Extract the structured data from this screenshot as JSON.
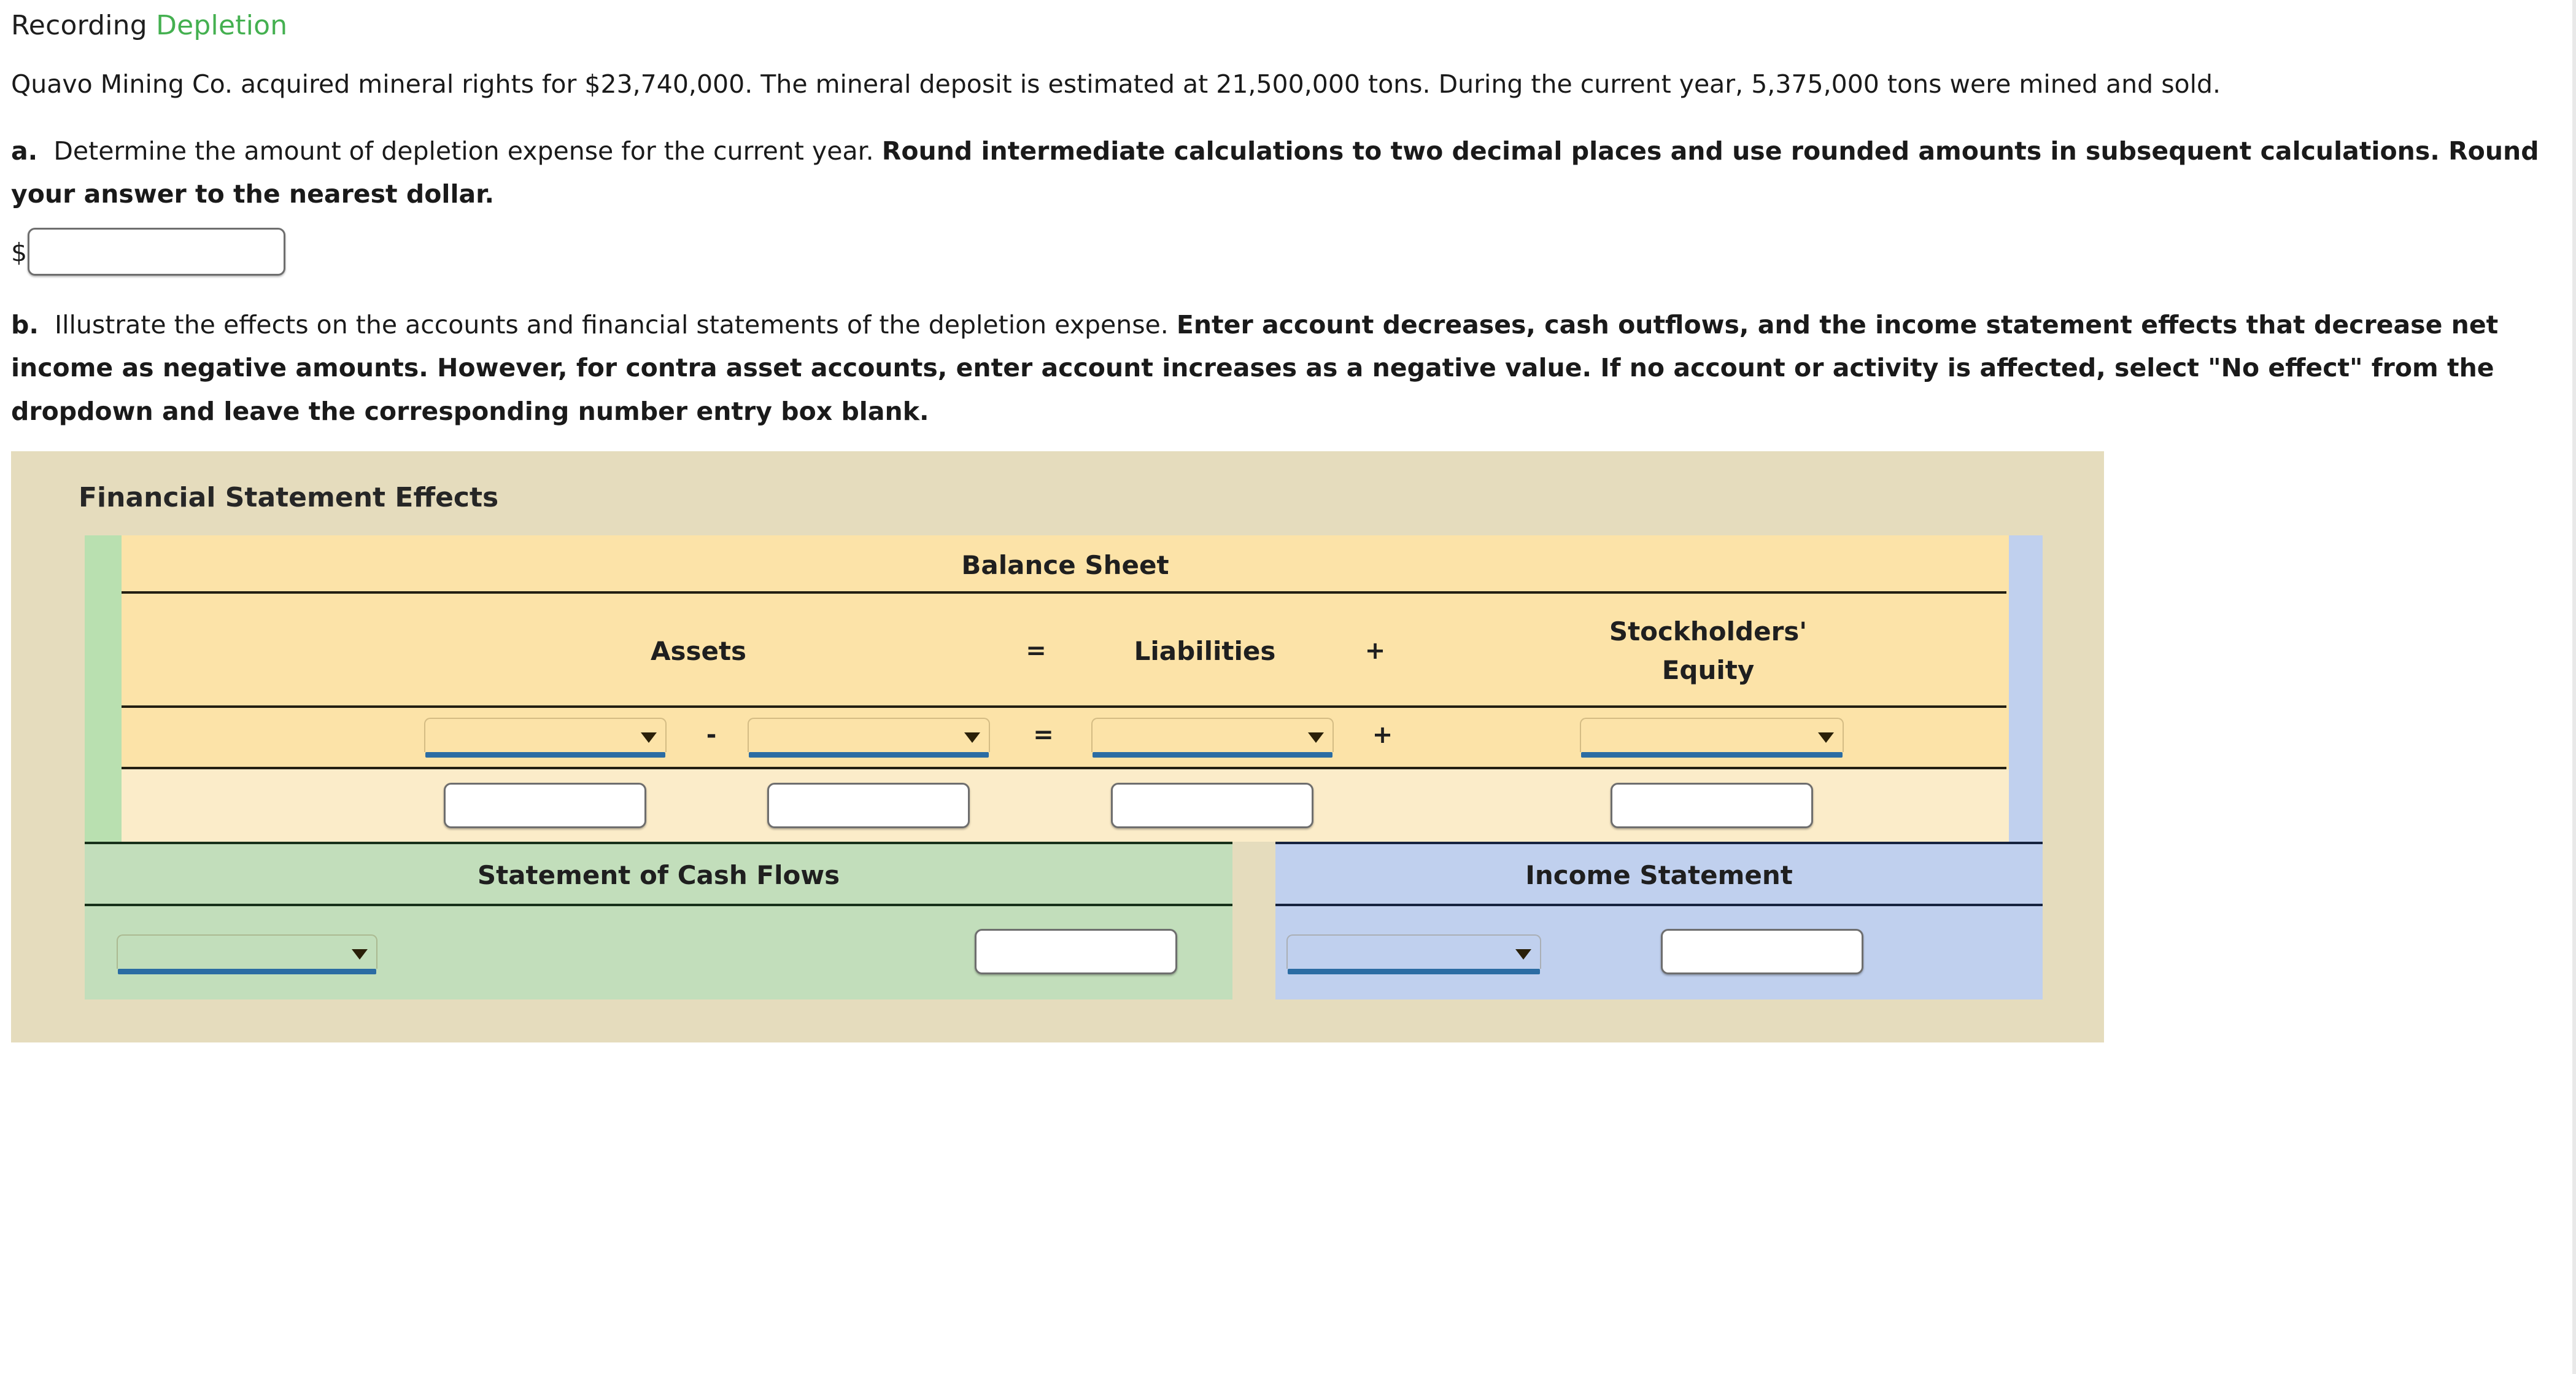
{
  "header": {
    "title_prefix": "Recording ",
    "title_topic": "Depletion",
    "topic_color": "#44b050"
  },
  "problem": {
    "scenario": "Quavo Mining Co. acquired mineral rights for $23,740,000. The mineral deposit is estimated at 21,500,000 tons. During the current year, 5,375,000 tons were mined and sold.",
    "acquisition_cost": "$23,740,000",
    "estimated_tons": "21,500,000",
    "tons_mined_and_sold": "5,375,000",
    "company": "Quavo Mining Co."
  },
  "part_a": {
    "label": "a.",
    "text_normal": "Determine the amount of depletion expense for the current year.",
    "text_bold": "Round intermediate calculations to two decimal places and use rounded amounts in subsequent calculations. Round your answer to the nearest dollar.",
    "currency_symbol": "$",
    "answer_value": "",
    "answer_placeholder": ""
  },
  "part_b": {
    "label": "b.",
    "text_normal": "Illustrate the effects on the accounts and financial statements of the depletion expense.",
    "text_bold": "Enter account decreases, cash outflows, and the income statement effects that decrease net income as negative amounts. However, for contra asset accounts, enter account increases as a negative value. If no account or activity is affected, select \"No effect\" from the dropdown and leave the corresponding number entry box blank."
  },
  "fse": {
    "panel_title": "Financial Statement Effects",
    "balance_sheet": {
      "title": "Balance Sheet",
      "col_assets": "Assets",
      "op_equals": "=",
      "col_liabilities": "Liabilities",
      "op_plus": "+",
      "col_stockholders_line1": "Stockholders'",
      "col_stockholders_line2": "Equity",
      "op_minus": "-",
      "selects": {
        "asset_1": "",
        "asset_2": "",
        "liabilities": "",
        "stockholders_equity": ""
      },
      "amounts": {
        "asset_1": "",
        "asset_2": "",
        "liabilities": "",
        "stockholders_equity": ""
      }
    },
    "cash_flows": {
      "title": "Statement of Cash Flows",
      "select": "",
      "amount": ""
    },
    "income_statement": {
      "title": "Income Statement",
      "select": "",
      "amount": ""
    },
    "colors": {
      "panel": "#e5dcbd",
      "balance_sheet": "#fce3a8",
      "amount_row": "#fbecc9",
      "cash_flows": "#c2debb",
      "income_statement": "#c0d0ee"
    }
  }
}
